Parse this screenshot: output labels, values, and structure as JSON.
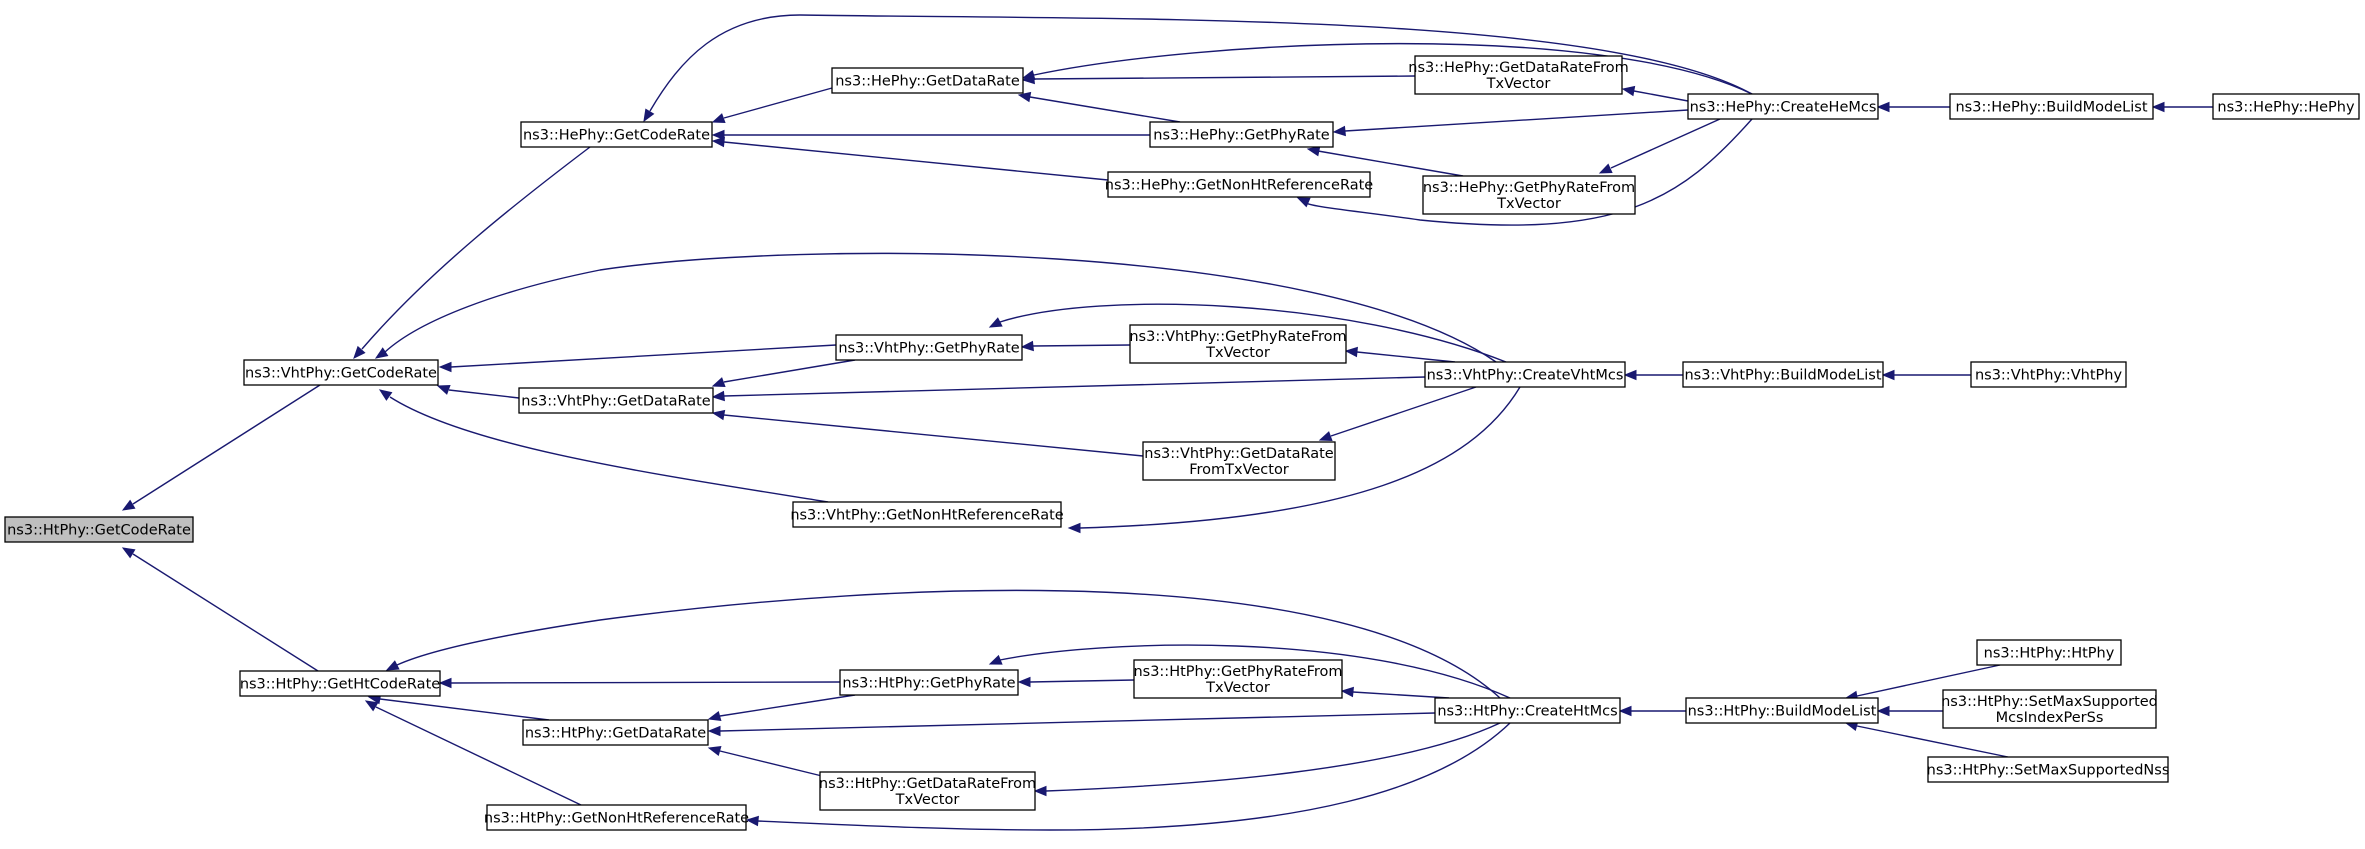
{
  "graph": {
    "edge_color": "#191970",
    "root_fill": "#bfbfbf",
    "nodes": [
      {
        "id": "ht_getcoderate",
        "lines": [
          "ns3::HtPhy::GetCodeRate"
        ],
        "root": true
      },
      {
        "id": "vht_getcoderate",
        "lines": [
          "ns3::VhtPhy::GetCodeRate"
        ]
      },
      {
        "id": "ht_gethtcoderate",
        "lines": [
          "ns3::HtPhy::GetHtCodeRate"
        ]
      },
      {
        "id": "he_getcoderate",
        "lines": [
          "ns3::HePhy::GetCodeRate"
        ]
      },
      {
        "id": "he_getdatarate",
        "lines": [
          "ns3::HePhy::GetDataRate"
        ]
      },
      {
        "id": "he_getphyrate",
        "lines": [
          "ns3::HePhy::GetPhyRate"
        ]
      },
      {
        "id": "he_getnonht",
        "lines": [
          "ns3::HePhy::GetNonHtReferenceRate"
        ]
      },
      {
        "id": "he_getdatarate_tx",
        "lines": [
          "ns3::HePhy::GetDataRateFrom",
          "TxVector"
        ]
      },
      {
        "id": "he_getphyrate_tx",
        "lines": [
          "ns3::HePhy::GetPhyRateFrom",
          "TxVector"
        ]
      },
      {
        "id": "he_createmcs",
        "lines": [
          "ns3::HePhy::CreateHeMcs"
        ]
      },
      {
        "id": "he_buildmodelist",
        "lines": [
          "ns3::HePhy::BuildModeList"
        ]
      },
      {
        "id": "he_hephy",
        "lines": [
          "ns3::HePhy::HePhy"
        ]
      },
      {
        "id": "vht_getphyrate",
        "lines": [
          "ns3::VhtPhy::GetPhyRate"
        ]
      },
      {
        "id": "vht_getdatarate",
        "lines": [
          "ns3::VhtPhy::GetDataRate"
        ]
      },
      {
        "id": "vht_getnonht",
        "lines": [
          "ns3::VhtPhy::GetNonHtReferenceRate"
        ]
      },
      {
        "id": "vht_getphyrate_tx",
        "lines": [
          "ns3::VhtPhy::GetPhyRateFrom",
          "TxVector"
        ]
      },
      {
        "id": "vht_getdatarate_tx",
        "lines": [
          "ns3::VhtPhy::GetDataRate",
          "FromTxVector"
        ]
      },
      {
        "id": "vht_createmcs",
        "lines": [
          "ns3::VhtPhy::CreateVhtMcs"
        ]
      },
      {
        "id": "vht_buildmodelist",
        "lines": [
          "ns3::VhtPhy::BuildModeList"
        ]
      },
      {
        "id": "vht_vhtphy",
        "lines": [
          "ns3::VhtPhy::VhtPhy"
        ]
      },
      {
        "id": "ht_getphyrate",
        "lines": [
          "ns3::HtPhy::GetPhyRate"
        ]
      },
      {
        "id": "ht_getdatarate",
        "lines": [
          "ns3::HtPhy::GetDataRate"
        ]
      },
      {
        "id": "ht_getnonht",
        "lines": [
          "ns3::HtPhy::GetNonHtReferenceRate"
        ]
      },
      {
        "id": "ht_getphyrate_tx",
        "lines": [
          "ns3::HtPhy::GetPhyRateFrom",
          "TxVector"
        ]
      },
      {
        "id": "ht_getdatarate_tx",
        "lines": [
          "ns3::HtPhy::GetDataRateFrom",
          "TxVector"
        ]
      },
      {
        "id": "ht_createmcs",
        "lines": [
          "ns3::HtPhy::CreateHtMcs"
        ]
      },
      {
        "id": "ht_buildmodelist",
        "lines": [
          "ns3::HtPhy::BuildModeList"
        ]
      },
      {
        "id": "ht_htphy",
        "lines": [
          "ns3::HtPhy::HtPhy"
        ]
      },
      {
        "id": "ht_setmaxmcs",
        "lines": [
          "ns3::HtPhy::SetMaxSupported",
          "McsIndexPerSs"
        ]
      },
      {
        "id": "ht_setmaxnss",
        "lines": [
          "ns3::HtPhy::SetMaxSupportedNss"
        ]
      }
    ],
    "edges": [
      {
        "from": "vht_getcoderate",
        "to": "ht_getcoderate"
      },
      {
        "from": "ht_gethtcoderate",
        "to": "ht_getcoderate"
      },
      {
        "from": "he_getcoderate",
        "to": "vht_getcoderate"
      },
      {
        "from": "vht_getphyrate",
        "to": "vht_getcoderate"
      },
      {
        "from": "vht_getdatarate",
        "to": "vht_getcoderate"
      },
      {
        "from": "vht_getnonht",
        "to": "vht_getcoderate"
      },
      {
        "from": "vht_createmcs",
        "to": "vht_getcoderate"
      },
      {
        "from": "he_getdatarate",
        "to": "he_getcoderate"
      },
      {
        "from": "he_getphyrate",
        "to": "he_getcoderate"
      },
      {
        "from": "he_getnonht",
        "to": "he_getcoderate"
      },
      {
        "from": "he_createmcs",
        "to": "he_getcoderate"
      },
      {
        "from": "he_getphyrate",
        "to": "he_getdatarate"
      },
      {
        "from": "he_getdatarate_tx",
        "to": "he_getdatarate"
      },
      {
        "from": "he_createmcs",
        "to": "he_getdatarate"
      },
      {
        "from": "he_getphyrate_tx",
        "to": "he_getphyrate"
      },
      {
        "from": "he_createmcs",
        "to": "he_getphyrate"
      },
      {
        "from": "he_createmcs",
        "to": "he_getnonht"
      },
      {
        "from": "he_createmcs",
        "to": "he_getdatarate_tx"
      },
      {
        "from": "he_createmcs",
        "to": "he_getphyrate_tx"
      },
      {
        "from": "he_buildmodelist",
        "to": "he_createmcs"
      },
      {
        "from": "he_hephy",
        "to": "he_buildmodelist"
      },
      {
        "from": "vht_getphyrate_tx",
        "to": "vht_getphyrate"
      },
      {
        "from": "vht_createmcs",
        "to": "vht_getphyrate"
      },
      {
        "from": "vht_getphyrate",
        "to": "vht_getdatarate"
      },
      {
        "from": "vht_getdatarate_tx",
        "to": "vht_getdatarate"
      },
      {
        "from": "vht_createmcs",
        "to": "vht_getdatarate"
      },
      {
        "from": "vht_createmcs",
        "to": "vht_getnonht"
      },
      {
        "from": "vht_createmcs",
        "to": "vht_getphyrate_tx"
      },
      {
        "from": "vht_createmcs",
        "to": "vht_getdatarate_tx"
      },
      {
        "from": "vht_buildmodelist",
        "to": "vht_createmcs"
      },
      {
        "from": "vht_vhtphy",
        "to": "vht_buildmodelist"
      },
      {
        "from": "ht_createmcs",
        "to": "ht_gethtcoderate"
      },
      {
        "from": "ht_getphyrate",
        "to": "ht_gethtcoderate"
      },
      {
        "from": "ht_getdatarate",
        "to": "ht_gethtcoderate"
      },
      {
        "from": "ht_getnonht",
        "to": "ht_gethtcoderate"
      },
      {
        "from": "ht_getphyrate_tx",
        "to": "ht_getphyrate"
      },
      {
        "from": "ht_createmcs",
        "to": "ht_getphyrate"
      },
      {
        "from": "ht_getphyrate",
        "to": "ht_getdatarate"
      },
      {
        "from": "ht_createmcs",
        "to": "ht_getdatarate"
      },
      {
        "from": "ht_getdatarate_tx",
        "to": "ht_getdatarate"
      },
      {
        "from": "ht_createmcs",
        "to": "ht_getphyrate_tx"
      },
      {
        "from": "ht_createmcs",
        "to": "ht_getdatarate_tx"
      },
      {
        "from": "ht_createmcs",
        "to": "ht_getnonht"
      },
      {
        "from": "ht_buildmodelist",
        "to": "ht_createmcs"
      },
      {
        "from": "ht_htphy",
        "to": "ht_buildmodelist"
      },
      {
        "from": "ht_setmaxmcs",
        "to": "ht_buildmodelist"
      },
      {
        "from": "ht_setmaxnss",
        "to": "ht_buildmodelist"
      }
    ]
  }
}
